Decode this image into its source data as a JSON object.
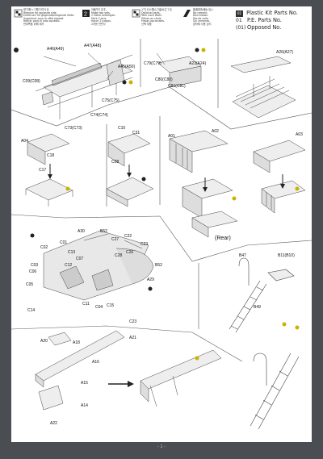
{
  "header": {
    "notes": [
      "切り取って取り付ける\nRemove for opposite side.\nEntfernen für gegenüberliegende Seite.\nSupprimer pour le côté opposé.\nRetirar para el lado opuesto.\n반대쪽을 위해 제거",
      "2個作ります。\nMake two sets.\n2 Sätze anfertigen.\nFaire 2 jeux.\nHacer 2 juegos.\n2개를 만든다",
      "どちらか選んで組み立てる\nOptional parts.\nTeile nach Wahl.\nPièces au choix.\nPiezas opcionales.\n선택 부품",
      "接着剤を使わない\nNo cement.\nKein Kleber.\nPas de colle.\nSin cemento.\n접착제 사용 금지"
    ],
    "kit_title": "Plastic Kit Parts No.",
    "kit_title_badge": "01",
    "pe_no": "P.E. Parts No.",
    "pe_badge": "01",
    "opposed_no": "Opposed No.",
    "opposed_badge": "(01)"
  },
  "labels": {
    "a46": "A46(A49)",
    "a47": "A47(A48)",
    "a45": "A45(A50)",
    "c09": "C09(C08)",
    "c75": "C75(C75)",
    "c74": "C74(C74)",
    "c73": "C73(C73)",
    "c79": "C79(C79)",
    "a23": "A23(A24)",
    "c80": "C80(C80)",
    "c81": "C81(C81)",
    "a26": "A26(A27)",
    "a04": "A04",
    "c18": "C18",
    "c17": "C17",
    "c10": "C10",
    "c31": "C31",
    "c08": "C08",
    "a01": "A01",
    "a02": "A02",
    "a03": "A03",
    "rear": "(Rear)",
    "a30": "A30",
    "b52": "B52",
    "c27": "C27",
    "c22": "C22",
    "c23": "C23",
    "c26": "C26",
    "c28": "C28",
    "c01": "C01",
    "c02": "C02",
    "c13": "C13",
    "c03": "C03",
    "c06": "C06",
    "c05": "C05",
    "c14": "C14",
    "c11": "C11",
    "c04": "C04",
    "c15": "C15",
    "c07": "C07",
    "c12": "C12",
    "a29": "A29",
    "b47": "B47",
    "b11": "B11(B10)",
    "b49": "B49",
    "a20": "A20",
    "a18": "A18",
    "a21": "A21",
    "a16": "A16",
    "a15": "A15",
    "a14": "A14",
    "a22": "A22"
  },
  "page_number": "- 1 -",
  "colors": {
    "background": "#4a4d52",
    "sheet": "#ffffff",
    "line": "#555555",
    "marker_yellow": "#c8b400"
  }
}
